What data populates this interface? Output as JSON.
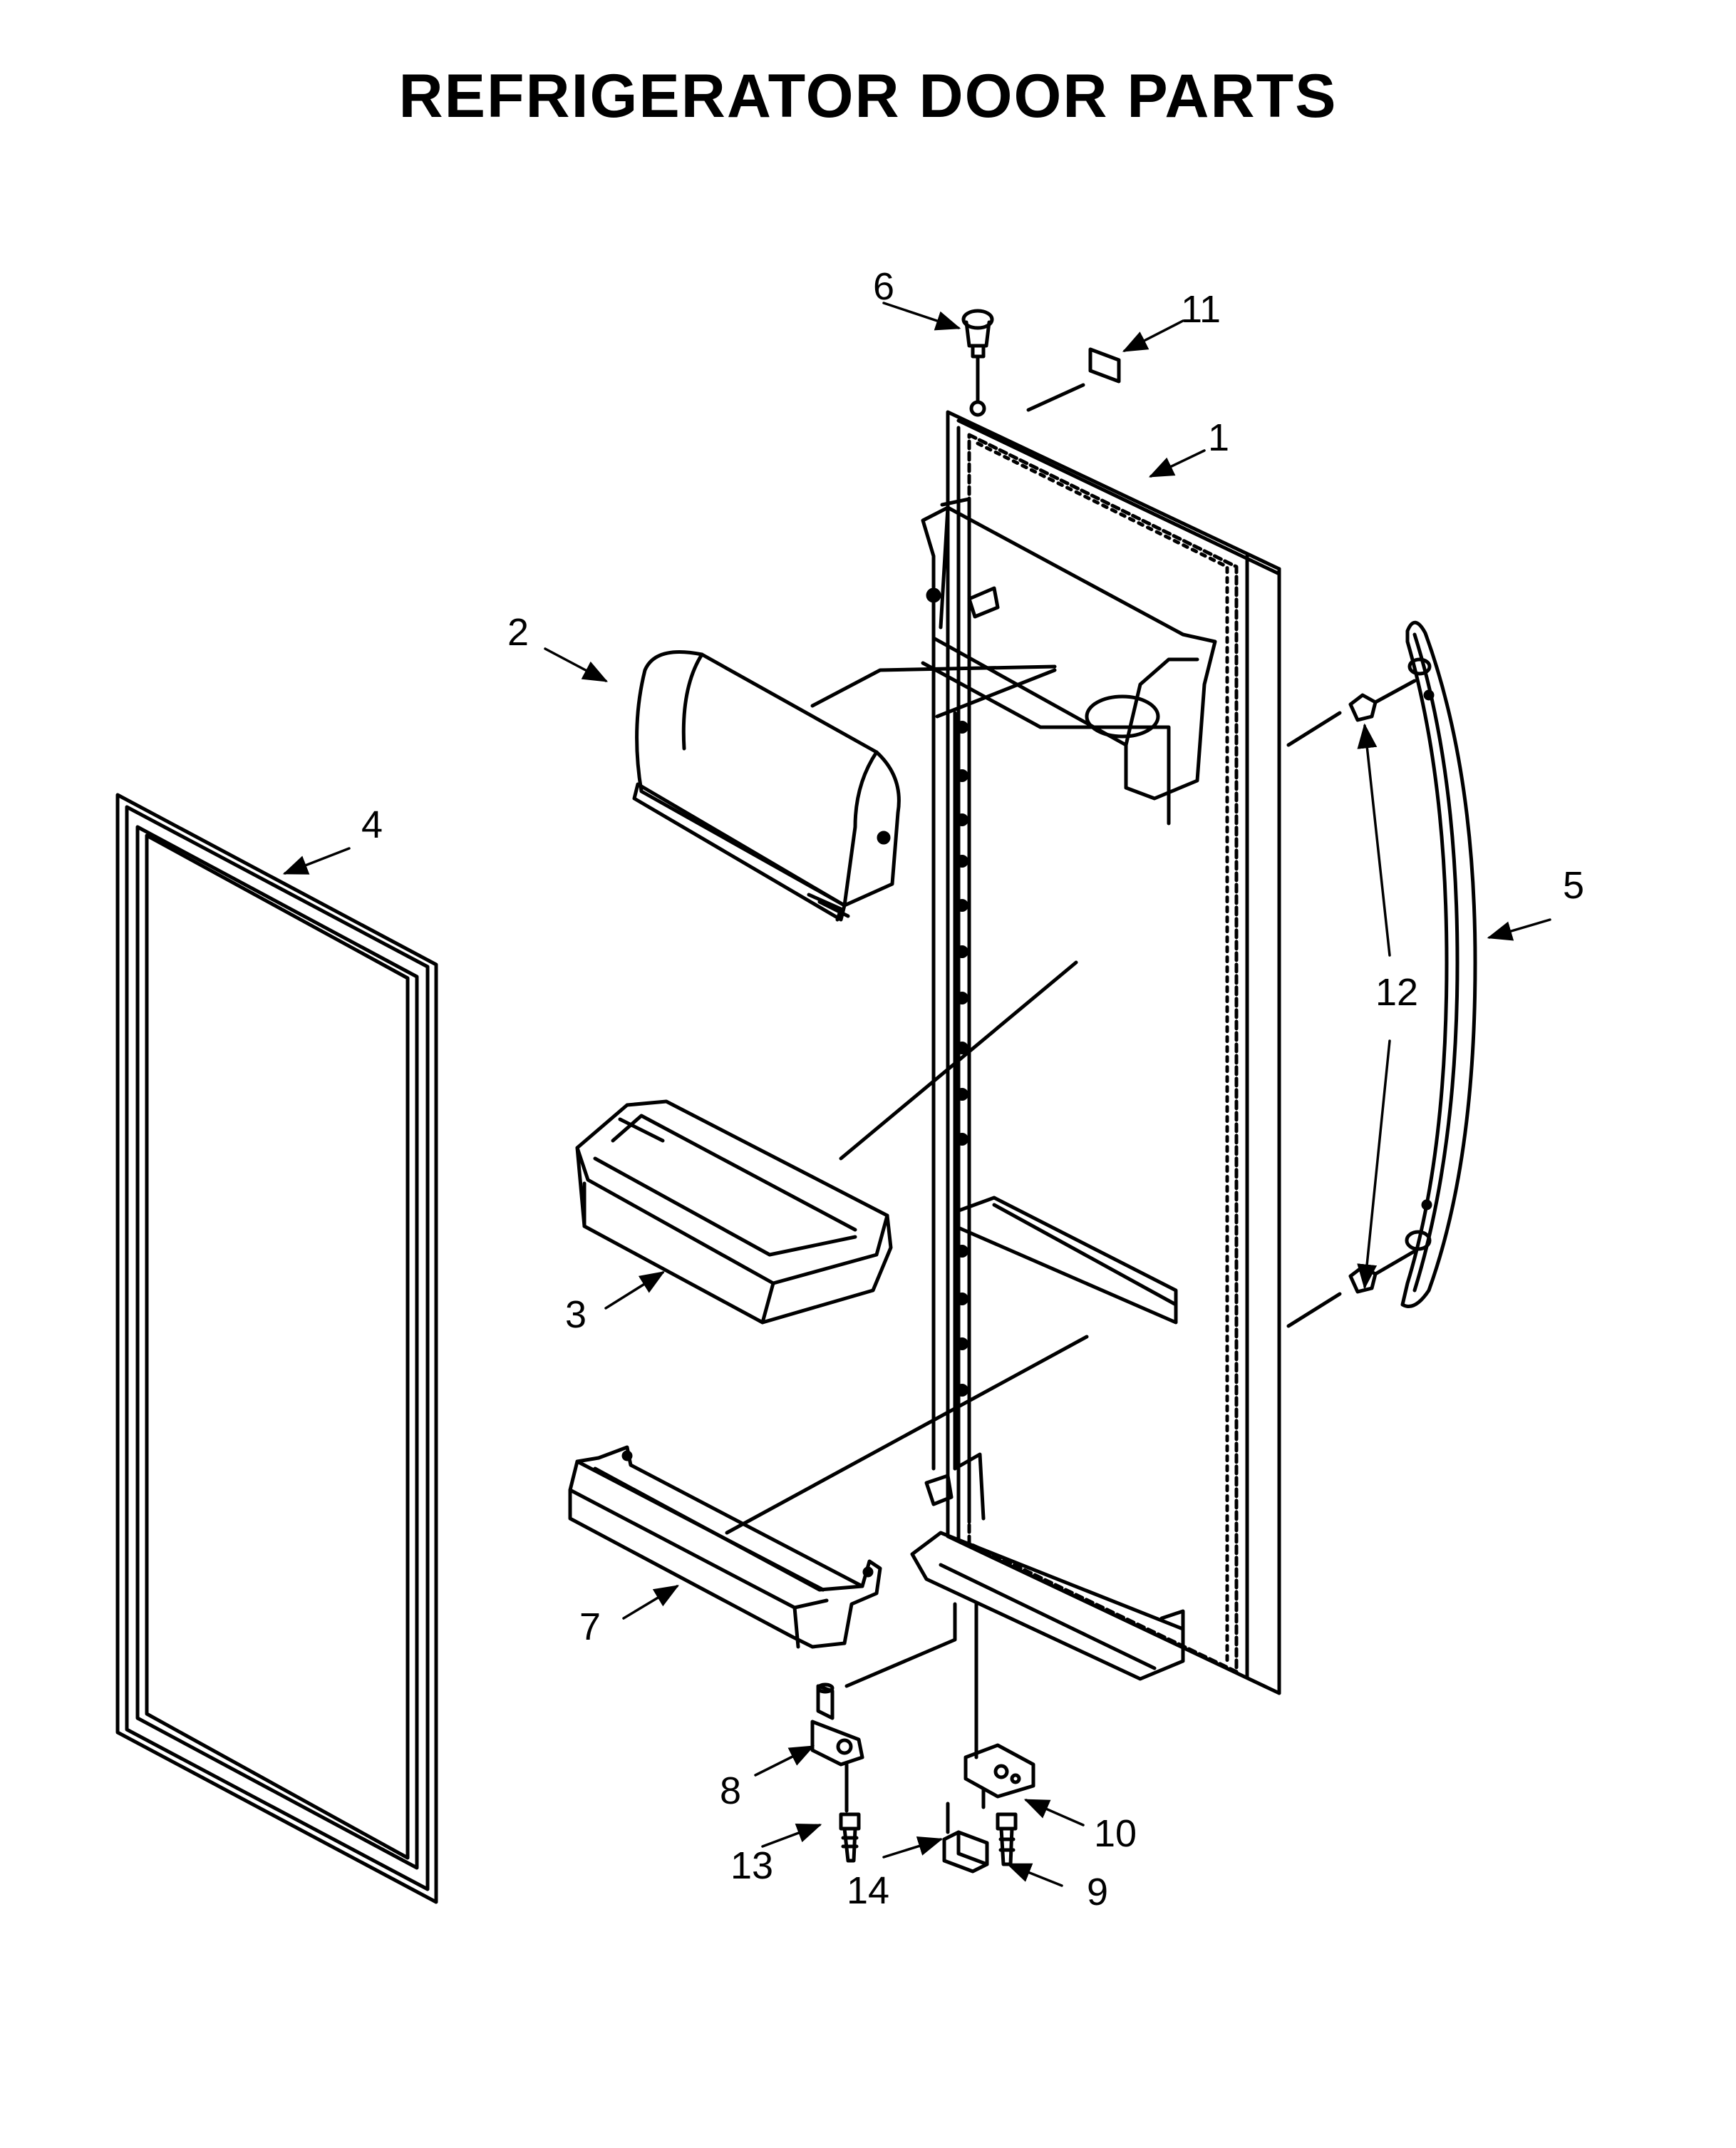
{
  "title": "REFRIGERATOR DOOR PARTS",
  "callouts": {
    "p1": "1",
    "p2": "2",
    "p3": "3",
    "p4": "4",
    "p5": "5",
    "p6": "6",
    "p7": "7",
    "p8": "8",
    "p9": "9",
    "p10": "10",
    "p11": "11",
    "p12": "12",
    "p13": "13",
    "p14": "14"
  },
  "parts": [
    "door-liner",
    "dairy-door",
    "door-bin",
    "door-gasket",
    "door-handle",
    "top-hinge-pin",
    "lower-door-bin",
    "bottom-hinge",
    "screw",
    "hinge-plate",
    "label",
    "handle-stud",
    "hinge-screw",
    "door-closer"
  ],
  "colors": {
    "ink": "#000000",
    "paper": "#ffffff"
  }
}
